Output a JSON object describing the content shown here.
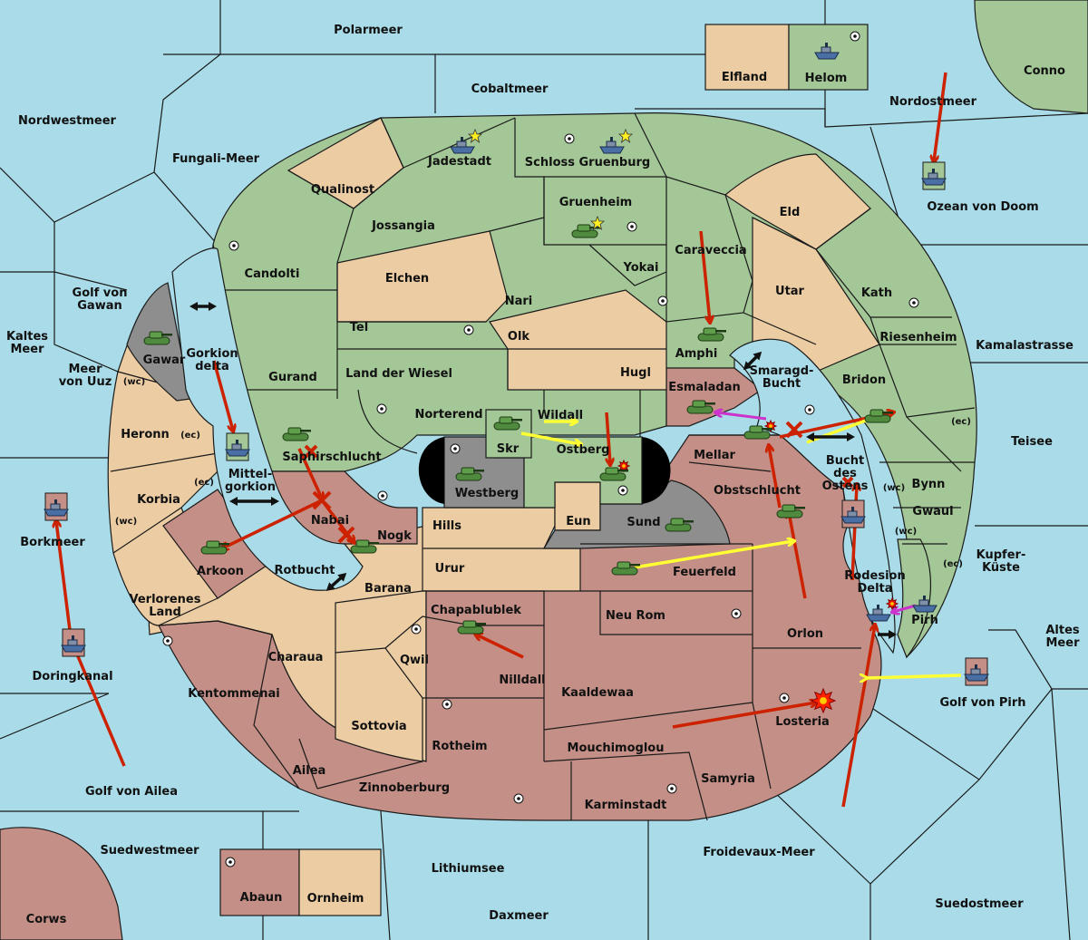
{
  "map_title": "",
  "colors": {
    "sea": "#a9dce8",
    "green_power": "#a3c796",
    "red_power": "#c48f86",
    "neutral": "#ebcca3",
    "impassable": "#8e8e8e"
  },
  "seas": {
    "polarmeer": "Polarmeer",
    "cobaltmeer": "Cobaltmeer",
    "nordwestmeer": "Nordwestmeer",
    "fungali": "Fungali-Meer",
    "nordostmeer": "Nordostmeer",
    "ozean": "Ozean von Doom",
    "conno": "Conno",
    "kamalastrasse": "Kamalastrasse",
    "teisee": "Teisee",
    "kupfer": "Kupfer-\nKüste",
    "altes": "Altes\nMeer",
    "golf_pirh": "Golf von Pirh",
    "suedostmeer": "Suedostmeer",
    "froidevaux": "Froidevaux-Meer",
    "daxmeer": "Daxmeer",
    "lithiumsee": "Lithiumsee",
    "suedwestmeer": "Suedwestmeer",
    "golf_ailea": "Golf von Ailea",
    "borkmeer": "Borkmeer",
    "doringkanal": "Doringkanal",
    "kaltes": "Kaltes\nMeer",
    "meer_uuz": "Meer\nvon Uuz",
    "golf_gawan": "Golf von\nGawan",
    "gorkion_delta": "Gorkion\ndelta",
    "mittelgorkion": "Mittel-\ngorkion",
    "rotbucht": "Rotbucht",
    "smaragd": "Smaragd-\nBucht",
    "bucht_ostens": "Bucht\ndes\nOstens",
    "rodesion": "Rodesion\nDelta",
    "corws": "Corws"
  },
  "provinces": {
    "elfland": "Elfland",
    "helom": "Helom",
    "jadestadt": "Jadestadt",
    "schloss": "Schloss Gruenburg",
    "qualinost": "Qualinost",
    "jossangia": "Jossangia",
    "gruenheim": "Gruenheim",
    "caraveccia": "Caraveccia",
    "eld": "Eld",
    "candolti": "Candolti",
    "elchen": "Elchen",
    "yokai": "Yokai",
    "nari": "Nari",
    "utar": "Utar",
    "kath": "Kath",
    "tel": "Tel",
    "olk": "Olk",
    "amphi": "Amphi",
    "riesenheim": "Riesenheim",
    "gurand": "Gurand",
    "land_wiesel": "Land der Wiesel",
    "hugl": "Hugl",
    "bridon": "Bridon",
    "gawar": "Gawar",
    "esmaladan": "Esmaladan",
    "norterend": "Norterend",
    "wildall": "Wildall",
    "skr": "Skr",
    "ostberg": "Ostberg",
    "mellar": "Mellar",
    "heronn": "Heronn",
    "saphirschlucht": "Saphirschlucht",
    "westberg": "Westberg",
    "obstschlucht": "Obstschlucht",
    "bynn": "Bynn",
    "korbia": "Korbia",
    "nabai": "Nabai",
    "hills": "Hills",
    "eun": "Eun",
    "sund": "Sund",
    "gwaul": "Gwaul",
    "nogk": "Nogk",
    "arkoon": "Arkoon",
    "urur": "Urur",
    "feuerfeld": "Feuerfeld",
    "verlorenes": "Verlorenes\nLand",
    "barana": "Barana",
    "chapablublek": "Chapablublek",
    "neu_rom": "Neu Rom",
    "orlon": "Orlon",
    "pirh": "Pirh",
    "charaua": "Charaua",
    "qwil": "Qwil",
    "nilldall": "Nilldall",
    "kentommenai": "Kentommenai",
    "kaaldewaa": "Kaaldewaa",
    "losteria": "Losteria",
    "sottovia": "Sottovia",
    "rotheim": "Rotheim",
    "mouchimoglou": "Mouchimoglou",
    "ailea": "Ailea",
    "samyria": "Samyria",
    "zinnoberburg": "Zinnoberburg",
    "karminstadt": "Karminstadt",
    "abaun": "Abaun",
    "ornheim": "Ornheim"
  },
  "coasts": {
    "wc": "(wc)",
    "ec": "(ec)"
  },
  "icons": {
    "army": "tank-icon",
    "fleet": "ship-icon",
    "supply_center": "supply-center-icon",
    "home_star": "star-icon",
    "dislodge": "cross-icon",
    "bounce": "explosion-icon"
  }
}
